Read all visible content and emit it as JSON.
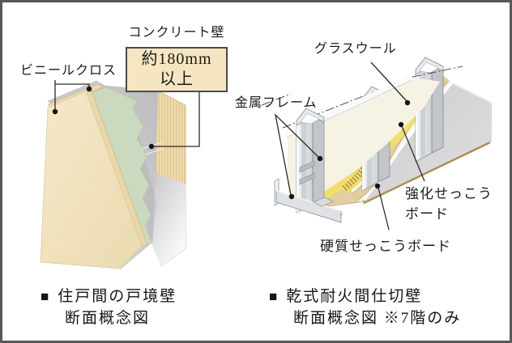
{
  "palette": {
    "background": "#ffffff",
    "frame_border": "#58585a",
    "wall_beige": "#f0e1bd",
    "callout_box_fill": "#f5e6c1",
    "callout_box_border": "#4b4b4b",
    "concrete_gray": "#cccccd",
    "plaster_green": "#cbdabe",
    "glass_wool_yellow": "#f1de6e",
    "gypsum_board_tan": "#e2cd9c",
    "metal_frame_gray": "#dfe3e6",
    "text": "#1b1b1b"
  },
  "left_diagram": {
    "labels": {
      "vinyl_cloth": "ビニールクロス",
      "concrete_wall": "コンクリート壁",
      "thickness_line1": "約180mm",
      "thickness_line2": "以上"
    },
    "caption": {
      "bullet": "■",
      "line1": "住戸間の戸境壁",
      "line2": "断面概念図"
    }
  },
  "right_diagram": {
    "labels": {
      "glass_wool": "グラスウール",
      "metal_frame": "金属フレーム",
      "reinforced_gypsum_line1": "強化せっこう",
      "reinforced_gypsum_line2": "ボード",
      "hard_gypsum": "硬質せっこうボード"
    },
    "caption": {
      "bullet": "■",
      "line1": "乾式耐火間仕切壁",
      "line2": "断面概念図 ※7階のみ"
    }
  }
}
